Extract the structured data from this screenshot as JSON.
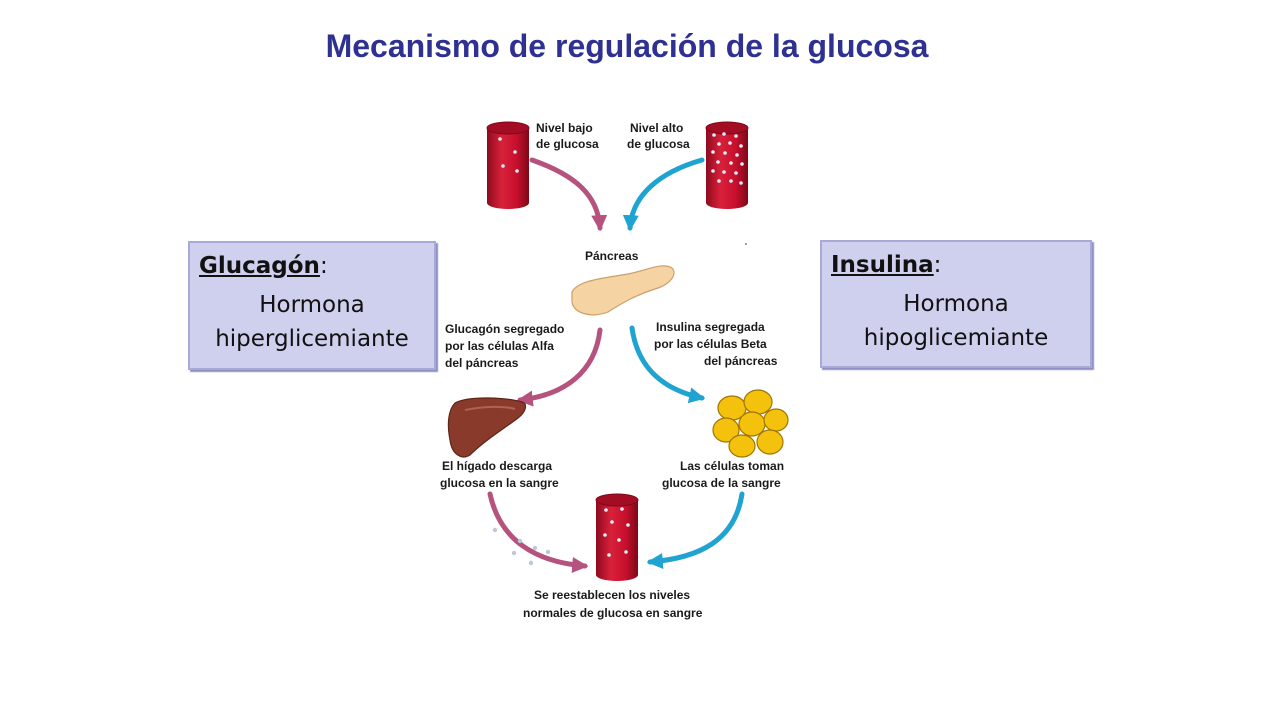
{
  "title": "Mecanismo de regulación de la glucosa",
  "left_box": {
    "term": "Glucagón",
    "colon": ":",
    "line1": "Hormona",
    "line2": "hiperglicemiante"
  },
  "right_box": {
    "term": "Insulina",
    "colon": ":",
    "line1": "Hormona",
    "line2": "hipoglicemiante"
  },
  "diagram": {
    "low_glucose": [
      "Nivel bajo",
      "de glucosa"
    ],
    "high_glucose": [
      "Nivel alto",
      "de glucosa"
    ],
    "pancreas": "Páncreas",
    "glucagon_secreted": [
      "Glucagón segregado",
      "por las células Alfa",
      "del páncreas"
    ],
    "insulin_secreted": [
      "Insulina segregada",
      "por las células Beta",
      "del páncreas"
    ],
    "liver": [
      "El hígado descarga",
      "glucosa en la sangre"
    ],
    "cells": [
      "Las células toman",
      "glucosa de la sangre"
    ],
    "restored": [
      "Se reestablecen los niveles",
      "normales de glucosa en sangre"
    ]
  },
  "colors": {
    "title": "#2e3192",
    "box_fill": "#cfcfee",
    "glucagon_arrow": "#b5527e",
    "insulin_arrow": "#1fa3d0",
    "vessel": "#c8102e"
  }
}
